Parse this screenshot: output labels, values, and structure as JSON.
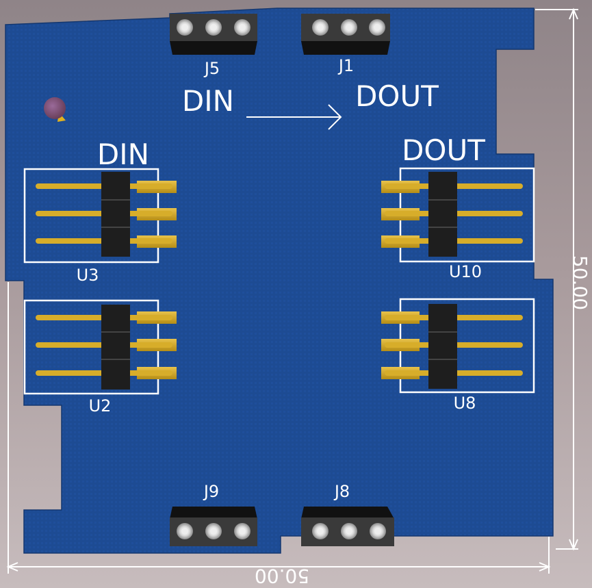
{
  "board": {
    "colors": {
      "background": "#a39597",
      "pcb": "#1c4a91",
      "silkscreen": "#ffffff",
      "gold": "#d7ad2a",
      "header": "#2a2a2a"
    }
  },
  "labels": {
    "din_top": "DIN",
    "dout_top": "DOUT",
    "din_left": "DIN",
    "dout_right": "DOUT"
  },
  "connectors": [
    {
      "ref": "J5"
    },
    {
      "ref": "J1"
    },
    {
      "ref": "J9"
    },
    {
      "ref": "J8"
    }
  ],
  "headers": [
    {
      "ref": "U3"
    },
    {
      "ref": "U2"
    },
    {
      "ref": "U10"
    },
    {
      "ref": "U8"
    }
  ],
  "dimensions": {
    "width": "50.00",
    "height": "50.00"
  }
}
